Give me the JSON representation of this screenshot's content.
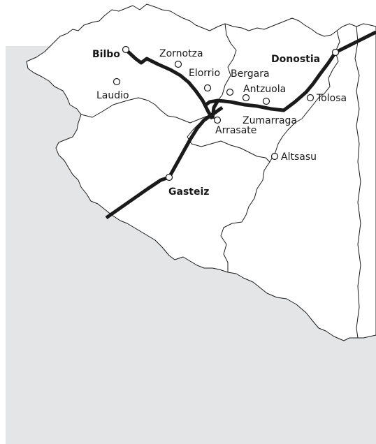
{
  "colors": {
    "outside": "#e4e5e7",
    "land": "#ffffff",
    "border": "#1a1a1a",
    "rail": "#1a1a1a",
    "station_fill": "#ffffff"
  },
  "cities": [
    {
      "id": "bilbo",
      "name": "Bilbo",
      "capital": true
    },
    {
      "id": "zornotza",
      "name": "Zornotza",
      "capital": false
    },
    {
      "id": "elorrio",
      "name": "Elorrio",
      "capital": false
    },
    {
      "id": "bergara",
      "name": "Bergara",
      "capital": false
    },
    {
      "id": "donostia",
      "name": "Donostia",
      "capital": true
    },
    {
      "id": "laudio",
      "name": "Laudio",
      "capital": false
    },
    {
      "id": "antzuola",
      "name": "Antzuola",
      "capital": false
    },
    {
      "id": "tolosa",
      "name": "Tolosa",
      "capital": false
    },
    {
      "id": "zumarraga",
      "name": "Zumarraga",
      "capital": false
    },
    {
      "id": "arrasate",
      "name": "Arrasate",
      "capital": false
    },
    {
      "id": "altsasu",
      "name": "Altsasu",
      "capital": false
    },
    {
      "id": "gasteiz",
      "name": "Gasteiz",
      "capital": true
    }
  ]
}
